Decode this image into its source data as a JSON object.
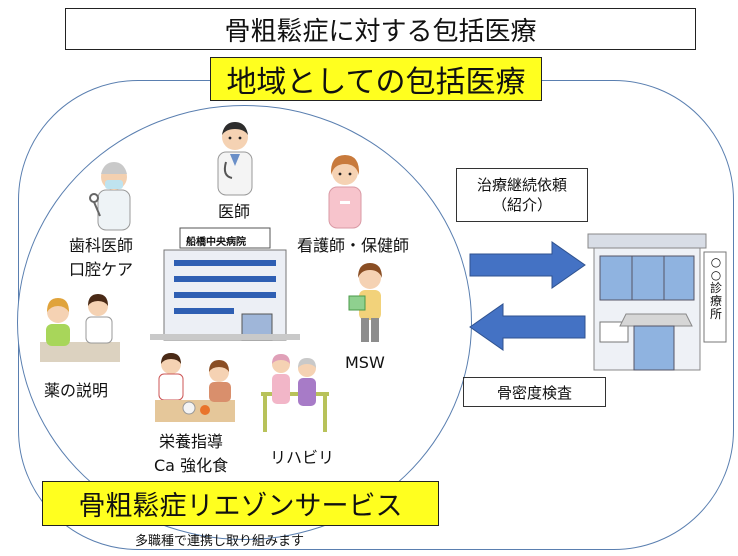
{
  "title": "骨粗鬆症に対する包括医療",
  "region_title": "地域としての包括医療",
  "hospital_sign": "船橋中央病院",
  "roles": {
    "doctor": "医師",
    "dentist_line1": "歯科医師",
    "dentist_line2": "口腔ケア",
    "nurse": "看護師・保健師",
    "pharmacy": "薬の説明",
    "msw": "MSW",
    "nutrition_line1": "栄養指導",
    "nutrition_line2": "Ca 強化食",
    "rehab": "リハビリ"
  },
  "flows": {
    "request_line1": "治療継続依頼",
    "request_line2": "（紹介）",
    "test": "骨密度検査"
  },
  "clinic_sign": "○○診療所",
  "service": "骨粗鬆症リエゾンサービス",
  "footer": "多職種で連携し取り組みます",
  "colors": {
    "highlight": "#ffff1f",
    "arrow": "#4472c4",
    "frame": "#5a7fb0"
  }
}
